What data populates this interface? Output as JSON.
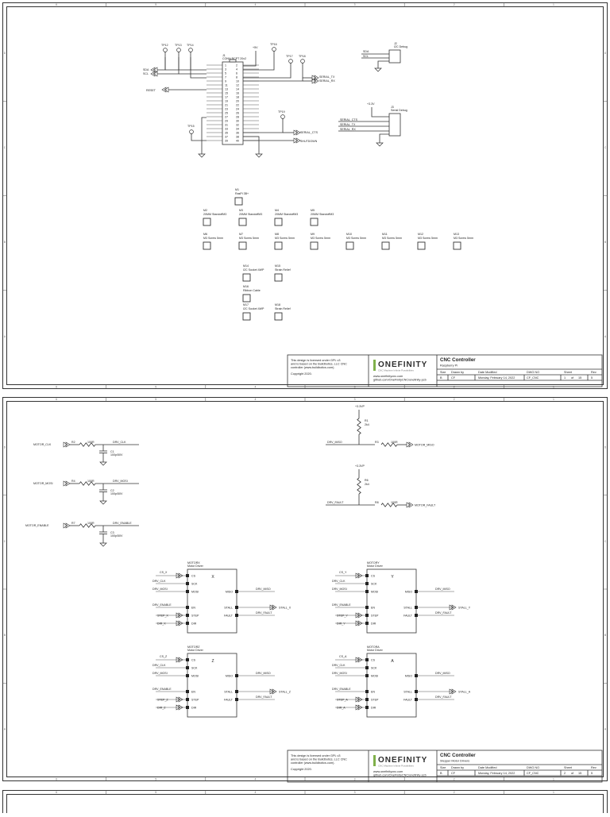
{
  "sheet1": {
    "testpoints_top": [
      "TP12",
      "TP13",
      "TP14"
    ],
    "tp16": "TP16",
    "tp17": "TP17",
    "tp18": "TP18",
    "tp15": "TP15",
    "tp19": "TP19",
    "power_label": "+5V",
    "connector": {
      "ref": "J1",
      "name": "CONN RCPT 20x2"
    },
    "pin_left": [
      "1",
      "3",
      "5",
      "7",
      "9",
      "11",
      "13",
      "15",
      "17",
      "19",
      "21",
      "23",
      "25",
      "27",
      "29",
      "31",
      "33",
      "35",
      "37",
      "39"
    ],
    "pin_right": [
      "2",
      "4",
      "6",
      "8",
      "10",
      "12",
      "14",
      "16",
      "18",
      "20",
      "22",
      "24",
      "26",
      "28",
      "30",
      "32",
      "34",
      "36",
      "38",
      "40"
    ],
    "left_nets": [
      "SDA",
      "SCL",
      "RESET"
    ],
    "right_nets": [
      "SERIAL_TX",
      "SERIAL_RX",
      "SERIAL_CTS",
      "SHUTDOWN"
    ],
    "j2": {
      "ref": "J2",
      "name": "I2C Debug",
      "nets": [
        "SDA",
        "SCL"
      ]
    },
    "j3": {
      "ref": "J3",
      "name": "Serial Debug",
      "power": "+3.3V",
      "nets": [
        "SERIAL_CTS",
        "SERIAL_TX",
        "SERIAL_RX"
      ]
    },
    "m1": {
      "ref": "M1",
      "name": "RasPi 3B+"
    },
    "standoffs": [
      {
        "ref": "M2",
        "name": "20MM StandoffM3"
      },
      {
        "ref": "M3",
        "name": "20MM StandoffM3"
      },
      {
        "ref": "M4",
        "name": "20MM StandoffM3"
      },
      {
        "ref": "M5",
        "name": "20MM StandoffM3"
      }
    ],
    "screws": [
      {
        "ref": "M6",
        "name": "M3 Screw 5mm"
      },
      {
        "ref": "M7",
        "name": "M3 Screw 5mm"
      },
      {
        "ref": "M8",
        "name": "M3 Screw 5mm"
      },
      {
        "ref": "M9",
        "name": "M3 Screw 5mm"
      },
      {
        "ref": "M10",
        "name": "M3 Screw 5mm"
      },
      {
        "ref": "M11",
        "name": "M3 Screw 5mm"
      },
      {
        "ref": "M12",
        "name": "M3 Screw 5mm"
      },
      {
        "ref": "M13",
        "name": "M3 Screw 5mm"
      }
    ],
    "misc": [
      {
        "ref": "M14",
        "name": "I2C Socket 4WP"
      },
      {
        "ref": "M15",
        "name": "Strain Relief"
      },
      {
        "ref": "M16",
        "name": "Ribbon Cable"
      },
      {
        "ref": "M17",
        "name": "I2C Socket 4WP"
      },
      {
        "ref": "M18",
        "name": "Strain Relief"
      }
    ]
  },
  "sheet2": {
    "input_filters": [
      {
        "in": "MOTOR_CLK",
        "res": "R2",
        "res_val": "100R",
        "out": "DRV_CLK",
        "cap": "C1",
        "cap_val": "100p/50V"
      },
      {
        "in": "MOTOR_MOSI",
        "res": "R4",
        "res_val": "100R",
        "out": "DRV_MOSI",
        "cap": "C2",
        "cap_val": "100p/50V"
      },
      {
        "in": "MOTOR_ENABLE",
        "res": "R7",
        "res_val": "100R",
        "out": "DRV_ENABLE",
        "cap": "C3",
        "cap_val": "100p/50V"
      }
    ],
    "pullups": [
      {
        "power": "+3.3VP",
        "pull": "R1",
        "pull_val": "2k4",
        "in": "DRV_MISO",
        "res": "R3",
        "res_val": "100R",
        "out": "MOTOR_MISO"
      },
      {
        "power": "+3.3VP",
        "pull": "R6",
        "pull_val": "2k4",
        "in": "DRV_FAULT",
        "res": "R8",
        "res_val": "100R",
        "out": "MOTOR_FAULT"
      }
    ],
    "driver_pins_left": [
      "CS",
      "SCK",
      "MOSI",
      "EN",
      "STEP",
      "DIR"
    ],
    "driver_pins_right": [
      "MISO",
      "STALL",
      "FAULT"
    ],
    "drivers": [
      {
        "ref": "MOTORX",
        "name": "Motor Driver",
        "axis": "X",
        "cs": "CS_X",
        "step": "STEP_X",
        "dir": "DIR_X",
        "stall": "STALL_X"
      },
      {
        "ref": "MOTORY",
        "name": "Motor Driver",
        "axis": "Y",
        "cs": "CS_Y",
        "step": "STEP_Y",
        "dir": "DIR_Y",
        "stall": "STALL_Y"
      },
      {
        "ref": "MOTORZ",
        "name": "Motor Driver",
        "axis": "Z",
        "cs": "CS_Z",
        "step": "STEP_Z",
        "dir": "DIR_Z",
        "stall": "STALL_Z"
      },
      {
        "ref": "MOTORA",
        "name": "Motor Driver",
        "axis": "A",
        "cs": "CS_A",
        "step": "STEP_A",
        "dir": "DIR_A",
        "stall": "STALL_A"
      }
    ],
    "drv_nets": {
      "clk": "DRV_CLK",
      "mosi": "DRV_MOSI",
      "enable": "DRV_ENABLE",
      "miso": "DRV_MISO",
      "fault": "DRV_FAULT"
    }
  },
  "title_block": {
    "license": [
      "This design is licensed under GPL v3",
      "and is based on the Buildbotics, LLC CNC",
      "controller (www.buildbotics.com)."
    ],
    "copyright": "Copyright 2020.",
    "logo": "ONEFINITY",
    "logo_tagline": "CNC Machine Infinite Possibilities",
    "links": [
      "www.onefinitycnc.com",
      "github.com/OneFinityCNC/onefinity-pcb"
    ],
    "title": "CNC Controller",
    "subtitles": [
      "Raspberry Pi",
      "Stepper Motor Drivers"
    ],
    "headers": {
      "size": "Size",
      "drawn": "Drawn by",
      "date": "Date Modified",
      "dwg": "DWG NO",
      "sheet": "Sheet",
      "rev": "Rev"
    },
    "values": {
      "size": "B",
      "drawn": "CF",
      "date": "Monday, February 14, 2022",
      "dwg": "CF_CNC",
      "rev": "5",
      "of": "of",
      "total": "15"
    },
    "sheet_numbers": [
      "1",
      "2"
    ]
  },
  "grid": {
    "columns": [
      "6",
      "5",
      "4",
      "3",
      "2",
      "1"
    ],
    "rows": [
      "D",
      "C",
      "B",
      "A"
    ]
  }
}
